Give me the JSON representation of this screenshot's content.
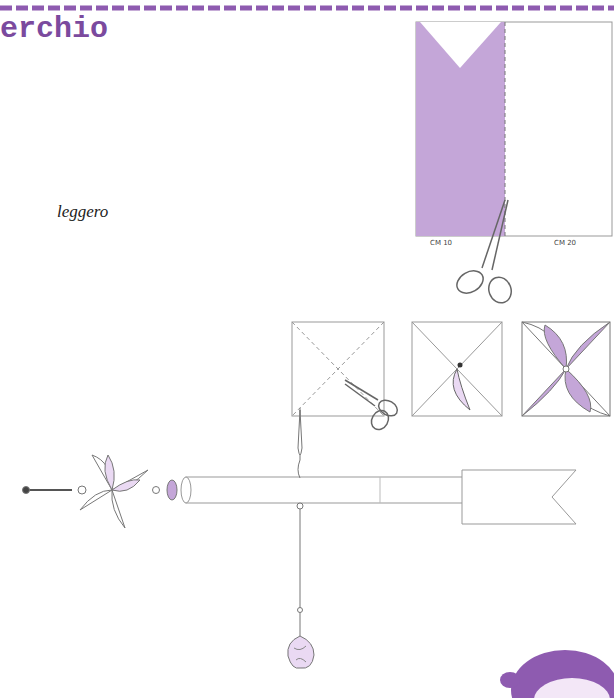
{
  "diagram": {
    "title": "erchio",
    "labels": [
      "leggero",
      "CM 10",
      "CM 20"
    ]
  }
}
